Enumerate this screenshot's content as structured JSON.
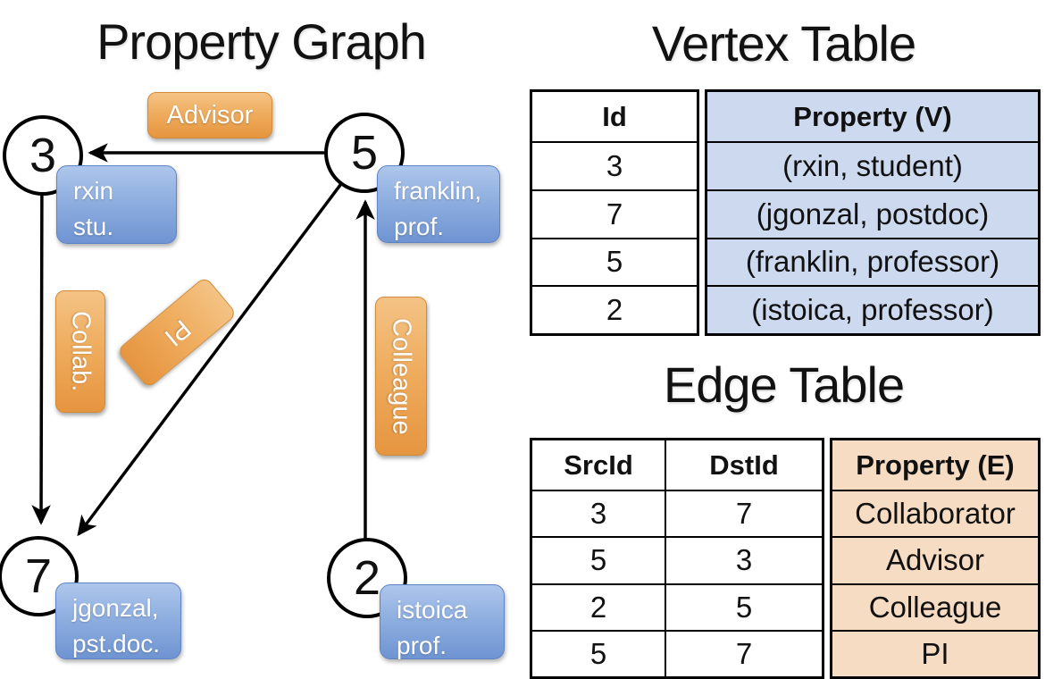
{
  "titles": {
    "graph": "Property Graph",
    "vertex_table": "Vertex Table",
    "edge_table": "Edge Table"
  },
  "graph": {
    "nodes": {
      "n3": {
        "id": "3",
        "line1": "rxin",
        "line2": "stu."
      },
      "n5": {
        "id": "5",
        "line1": "franklin,",
        "line2": "prof."
      },
      "n7": {
        "id": "7",
        "line1": "jgonzal,",
        "line2": "pst.doc."
      },
      "n2": {
        "id": "2",
        "line1": "istoica",
        "line2": "prof."
      }
    },
    "edge_labels": {
      "advisor": "Advisor",
      "collab": "Collab.",
      "pi": "PI",
      "colleague": "Colleague"
    }
  },
  "vertex_table": {
    "columns": {
      "id": "Id",
      "property": "Property (V)"
    },
    "rows": [
      {
        "id": "3",
        "property": "(rxin, student)"
      },
      {
        "id": "7",
        "property": "(jgonzal, postdoc)"
      },
      {
        "id": "5",
        "property": "(franklin, professor)"
      },
      {
        "id": "2",
        "property": "(istoica, professor)"
      }
    ]
  },
  "edge_table": {
    "columns": {
      "src": "SrcId",
      "dst": "DstId",
      "property": "Property (E)"
    },
    "rows": [
      {
        "src": "3",
        "dst": "7",
        "property": "Collaborator"
      },
      {
        "src": "5",
        "dst": "3",
        "property": "Advisor"
      },
      {
        "src": "2",
        "dst": "5",
        "property": "Colleague"
      },
      {
        "src": "5",
        "dst": "7",
        "property": "PI"
      }
    ]
  },
  "colors": {
    "edge_label_fill": "#efad5f",
    "vertex_box_fill": "#8fafe0",
    "vertex_property_column_bg": "#cdd9ef",
    "edge_property_column_bg": "#f6dcc3",
    "line_color": "#000000"
  }
}
